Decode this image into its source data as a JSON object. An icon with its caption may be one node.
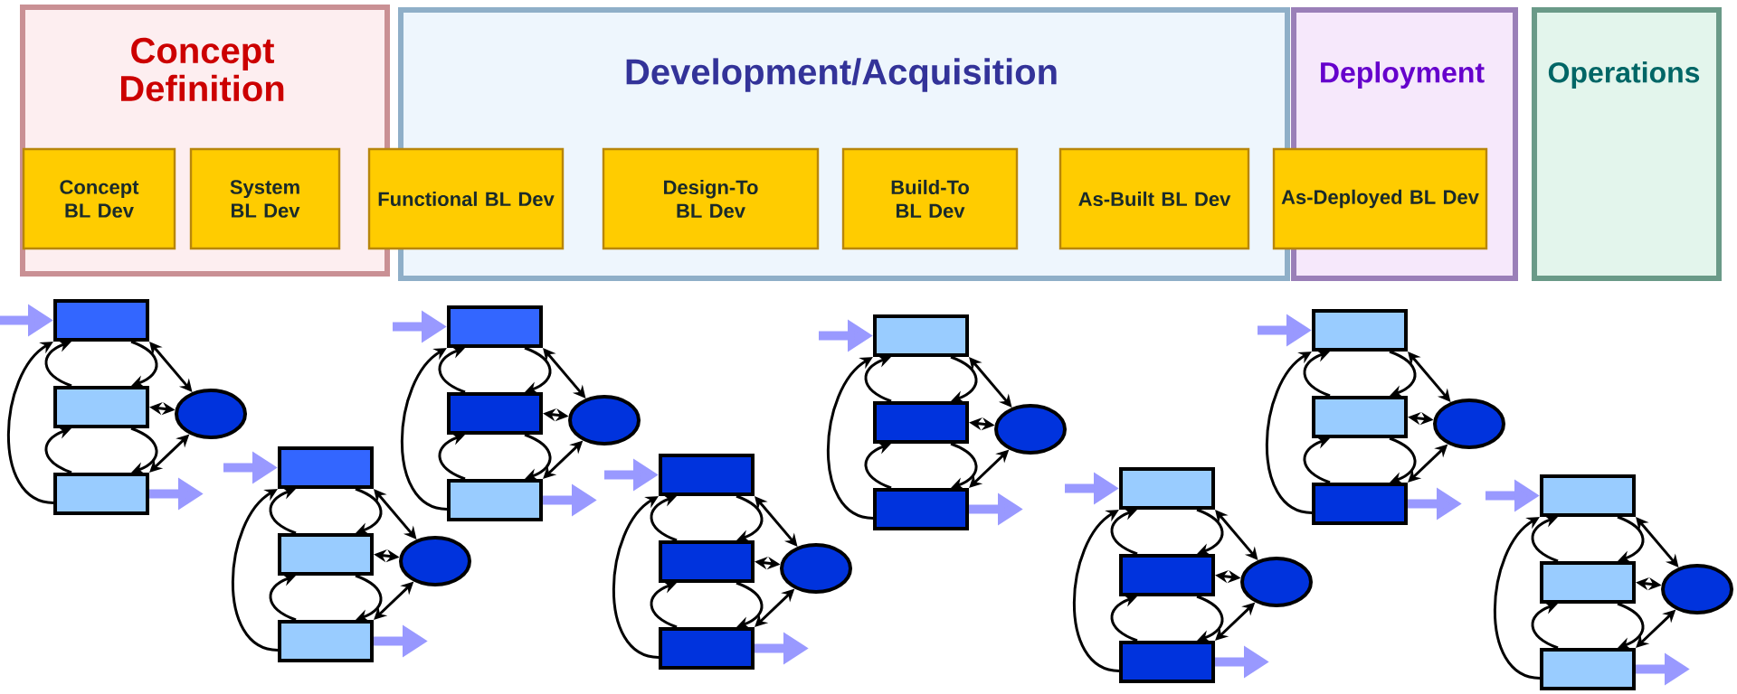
{
  "diagram": {
    "nodes": [
      {
        "text": [
          "Concept Definition"
        ]
      },
      {
        "text": [
          "Development/Acquisition"
        ]
      },
      {
        "text": [
          "Deployment"
        ]
      },
      {
        "text": [
          "Operations"
        ]
      },
      {
        "text": [
          "Concept BL Dev"
        ],
        "in": 0
      },
      {
        "text": [
          "System BL Dev"
        ],
        "in": 0
      },
      {
        "text": [
          "Functional BL Dev"
        ]
      },
      {
        "text": [
          "Design-To BL Dev"
        ],
        "in": 1
      },
      {
        "text": [
          "Build-To BL Dev"
        ],
        "in": 1
      },
      {
        "text": [
          "As-Built BL Dev"
        ],
        "in": 1
      },
      {
        "text": [
          "As-Deployed BL Dev"
        ]
      },
      {
        "text": [],
        "shape": "box"
      },
      {
        "text": [],
        "shape": "box"
      },
      {
        "text": [],
        "shape": "box"
      },
      {
        "text": [],
        "shape": "ellipse"
      },
      {
        "text": [],
        "shape": "box"
      },
      {
        "text": [],
        "shape": "box"
      },
      {
        "text": [],
        "shape": "box"
      },
      {
        "text": [],
        "shape": "ellipse"
      },
      {
        "text": [],
        "shape": "box"
      },
      {
        "text": [],
        "shape": "box"
      },
      {
        "text": [],
        "shape": "box"
      },
      {
        "text": [],
        "shape": "ellipse"
      },
      {
        "text": [],
        "shape": "box"
      },
      {
        "text": [],
        "shape": "box"
      },
      {
        "text": [],
        "shape": "box"
      },
      {
        "text": [],
        "shape": "ellipse"
      },
      {
        "text": [],
        "shape": "box"
      },
      {
        "text": [],
        "shape": "box"
      },
      {
        "text": [],
        "shape": "box"
      },
      {
        "text": [],
        "shape": "ellipse"
      },
      {
        "text": [],
        "shape": "box"
      },
      {
        "text": [],
        "shape": "box"
      },
      {
        "text": [],
        "shape": "box"
      },
      {
        "text": [],
        "shape": "ellipse"
      },
      {
        "text": [],
        "shape": "box"
      },
      {
        "text": [],
        "shape": "box"
      },
      {
        "text": [],
        "shape": "box"
      },
      {
        "text": [],
        "shape": "ellipse"
      },
      {
        "text": [],
        "shape": "box"
      },
      {
        "text": [],
        "shape": "box"
      },
      {
        "text": [],
        "shape": "box"
      },
      {
        "text": [],
        "shape": "ellipse"
      }
    ],
    "edges": [
      {
        "from": null,
        "to": 11,
        "arrow": "to",
        "style": "thick",
        "color": "#9999ff"
      },
      {
        "from": 12,
        "to": 11,
        "arrow": "to"
      },
      {
        "from": 11,
        "to": 12,
        "arrow": "to"
      },
      {
        "from": 13,
        "to": 12,
        "arrow": "to"
      },
      {
        "from": 12,
        "to": 13,
        "arrow": "to"
      },
      {
        "from": 13,
        "to": 11,
        "arrow": "to"
      },
      {
        "from": 11,
        "to": 14,
        "arrow": "both"
      },
      {
        "from": 12,
        "to": 14,
        "arrow": "both"
      },
      {
        "from": 13,
        "to": 14,
        "arrow": "both"
      },
      {
        "from": 13,
        "to": null,
        "arrow": "to",
        "style": "thick",
        "color": "#9999ff"
      },
      {
        "from": null,
        "to": 15,
        "arrow": "to",
        "style": "thick",
        "color": "#9999ff"
      },
      {
        "from": 16,
        "to": 15,
        "arrow": "to"
      },
      {
        "from": 15,
        "to": 16,
        "arrow": "to"
      },
      {
        "from": 17,
        "to": 16,
        "arrow": "to"
      },
      {
        "from": 16,
        "to": 17,
        "arrow": "to"
      },
      {
        "from": 17,
        "to": 15,
        "arrow": "to"
      },
      {
        "from": 15,
        "to": 18,
        "arrow": "both"
      },
      {
        "from": 16,
        "to": 18,
        "arrow": "both"
      },
      {
        "from": 17,
        "to": 18,
        "arrow": "both"
      },
      {
        "from": 17,
        "to": null,
        "arrow": "to",
        "style": "thick",
        "color": "#9999ff"
      },
      {
        "from": null,
        "to": 19,
        "arrow": "to",
        "style": "thick",
        "color": "#9999ff"
      },
      {
        "from": 20,
        "to": 19,
        "arrow": "to"
      },
      {
        "from": 19,
        "to": 20,
        "arrow": "to"
      },
      {
        "from": 21,
        "to": 20,
        "arrow": "to"
      },
      {
        "from": 20,
        "to": 21,
        "arrow": "to"
      },
      {
        "from": 21,
        "to": 19,
        "arrow": "to"
      },
      {
        "from": 19,
        "to": 22,
        "arrow": "both"
      },
      {
        "from": 20,
        "to": 22,
        "arrow": "both"
      },
      {
        "from": 21,
        "to": 22,
        "arrow": "both"
      },
      {
        "from": 21,
        "to": null,
        "arrow": "to",
        "style": "thick",
        "color": "#9999ff"
      },
      {
        "from": null,
        "to": 23,
        "arrow": "to",
        "style": "thick",
        "color": "#9999ff"
      },
      {
        "from": 24,
        "to": 23,
        "arrow": "to"
      },
      {
        "from": 23,
        "to": 24,
        "arrow": "to"
      },
      {
        "from": 25,
        "to": 24,
        "arrow": "to"
      },
      {
        "from": 24,
        "to": 25,
        "arrow": "to"
      },
      {
        "from": 25,
        "to": 23,
        "arrow": "to"
      },
      {
        "from": 23,
        "to": 26,
        "arrow": "both"
      },
      {
        "from": 24,
        "to": 26,
        "arrow": "both"
      },
      {
        "from": 25,
        "to": 26,
        "arrow": "both"
      },
      {
        "from": 25,
        "to": null,
        "arrow": "to",
        "style": "thick",
        "color": "#9999ff"
      },
      {
        "from": null,
        "to": 27,
        "arrow": "to",
        "style": "thick",
        "color": "#9999ff"
      },
      {
        "from": 28,
        "to": 27,
        "arrow": "to"
      },
      {
        "from": 27,
        "to": 28,
        "arrow": "to"
      },
      {
        "from": 29,
        "to": 28,
        "arrow": "to"
      },
      {
        "from": 28,
        "to": 29,
        "arrow": "to"
      },
      {
        "from": 29,
        "to": 27,
        "arrow": "to"
      },
      {
        "from": 27,
        "to": 30,
        "arrow": "both"
      },
      {
        "from": 28,
        "to": 30,
        "arrow": "both"
      },
      {
        "from": 29,
        "to": 30,
        "arrow": "both"
      },
      {
        "from": 29,
        "to": null,
        "arrow": "to",
        "style": "thick",
        "color": "#9999ff"
      },
      {
        "from": null,
        "to": 31,
        "arrow": "to",
        "style": "thick",
        "color": "#9999ff"
      },
      {
        "from": 32,
        "to": 31,
        "arrow": "to"
      },
      {
        "from": 31,
        "to": 32,
        "arrow": "to"
      },
      {
        "from": 33,
        "to": 32,
        "arrow": "to"
      },
      {
        "from": 32,
        "to": 33,
        "arrow": "to"
      },
      {
        "from": 33,
        "to": 31,
        "arrow": "to"
      },
      {
        "from": 31,
        "to": 34,
        "arrow": "both"
      },
      {
        "from": 32,
        "to": 34,
        "arrow": "both"
      },
      {
        "from": 33,
        "to": 34,
        "arrow": "both"
      },
      {
        "from": 33,
        "to": null,
        "arrow": "to",
        "style": "thick",
        "color": "#9999ff"
      },
      {
        "from": null,
        "to": 35,
        "arrow": "to",
        "style": "thick",
        "color": "#9999ff"
      },
      {
        "from": 36,
        "to": 35,
        "arrow": "to"
      },
      {
        "from": 35,
        "to": 36,
        "arrow": "to"
      },
      {
        "from": 37,
        "to": 36,
        "arrow": "to"
      },
      {
        "from": 36,
        "to": 37,
        "arrow": "to"
      },
      {
        "from": 37,
        "to": 35,
        "arrow": "to"
      },
      {
        "from": 35,
        "to": 38,
        "arrow": "both"
      },
      {
        "from": 36,
        "to": 38,
        "arrow": "both"
      },
      {
        "from": 37,
        "to": 38,
        "arrow": "both"
      },
      {
        "from": 37,
        "to": null,
        "arrow": "to",
        "style": "thick",
        "color": "#9999ff"
      },
      {
        "from": null,
        "to": 39,
        "arrow": "to",
        "style": "thick",
        "color": "#9999ff"
      },
      {
        "from": 40,
        "to": 39,
        "arrow": "to"
      },
      {
        "from": 39,
        "to": 40,
        "arrow": "to"
      },
      {
        "from": 41,
        "to": 40,
        "arrow": "to"
      },
      {
        "from": 40,
        "to": 41,
        "arrow": "to"
      },
      {
        "from": 41,
        "to": 39,
        "arrow": "to"
      },
      {
        "from": 39,
        "to": 42,
        "arrow": "both"
      },
      {
        "from": 40,
        "to": 42,
        "arrow": "both"
      },
      {
        "from": 41,
        "to": 42,
        "arrow": "both"
      },
      {
        "from": 41,
        "to": null,
        "arrow": "to",
        "style": "thick",
        "color": "#9999ff"
      }
    ]
  }
}
